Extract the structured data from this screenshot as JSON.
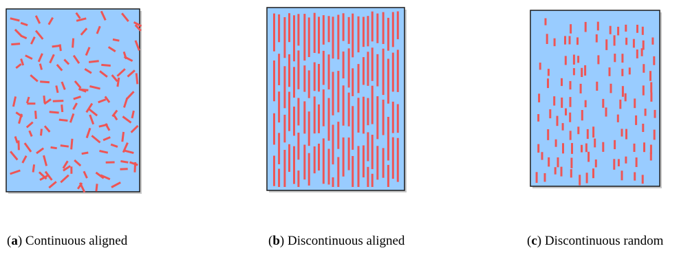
{
  "colors": {
    "matrix_fill": "#99ccff",
    "fiber": "#ee5555",
    "border": "#1a1a1a"
  },
  "panels": [
    {
      "letter": "a",
      "text": "Continuous aligned"
    },
    {
      "letter": "b",
      "text": "Discontinuous aligned"
    },
    {
      "letter": "c",
      "text": "Discontinuous random"
    }
  ]
}
